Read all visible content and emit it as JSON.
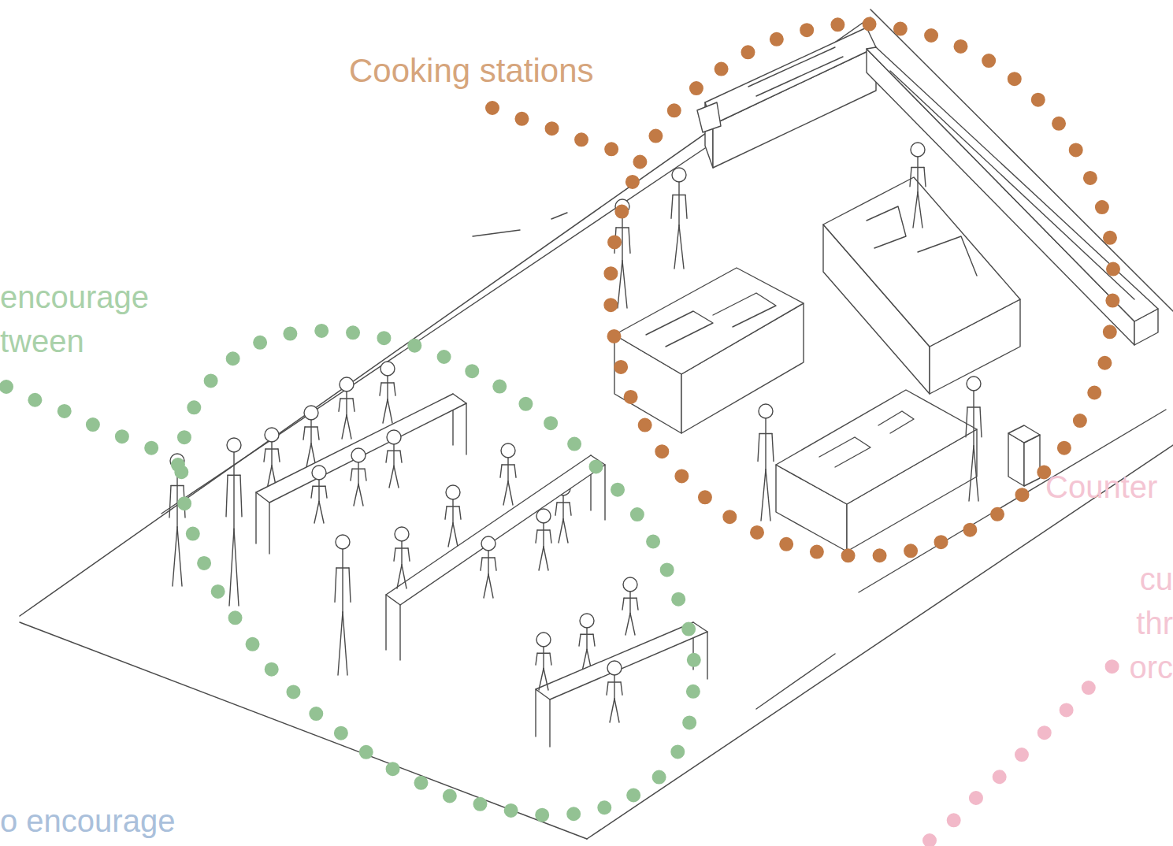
{
  "diagram": {
    "labels": [
      "Cooking stations",
      "encourage tween",
      "Counter",
      "cu thr orc",
      "o encourage"
    ]
  }
}
